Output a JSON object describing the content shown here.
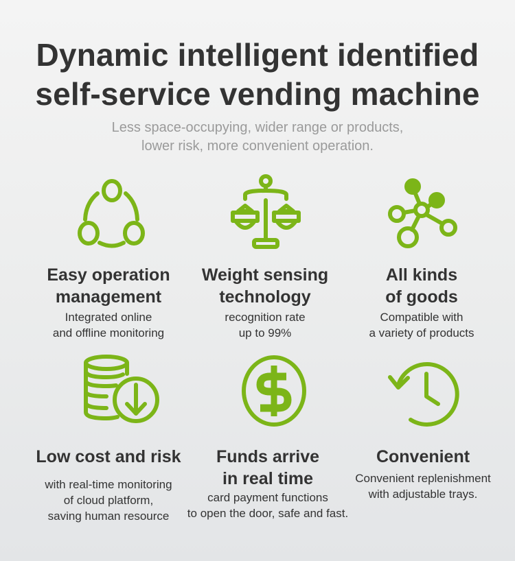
{
  "header": {
    "title_line1": "Dynamic intelligent identified",
    "title_line2": "self-service vending machine",
    "subtitle_line1": "Less space-occupying, wider range or products,",
    "subtitle_line2": "lower risk, more convenient operation."
  },
  "accent_color": "#7cb518",
  "features": [
    {
      "icon": "cycle-people-icon",
      "title": [
        "Easy operation",
        "management"
      ],
      "desc": [
        "Integrated online",
        "and offline monitoring"
      ]
    },
    {
      "icon": "balance-scale-icon",
      "title": [
        "Weight sensing",
        "technology"
      ],
      "desc": [
        "recognition rate",
        "up to 99%"
      ]
    },
    {
      "icon": "network-nodes-icon",
      "title": [
        "All kinds",
        "of goods"
      ],
      "desc": [
        "Compatible with",
        "a variety of products"
      ]
    },
    {
      "icon": "coins-download-icon",
      "title": [
        "Low cost and risk"
      ],
      "desc": [
        "with real-time monitoring",
        "of cloud platform,",
        "saving human resource"
      ]
    },
    {
      "icon": "dollar-coin-icon",
      "title": [
        "Funds arrive",
        "in real time"
      ],
      "desc": [
        "card payment functions",
        "to open the door, safe and fast."
      ]
    },
    {
      "icon": "clock-history-icon",
      "title": [
        "Convenient"
      ],
      "desc": [
        "Convenient replenishment",
        "with adjustable trays."
      ]
    }
  ]
}
